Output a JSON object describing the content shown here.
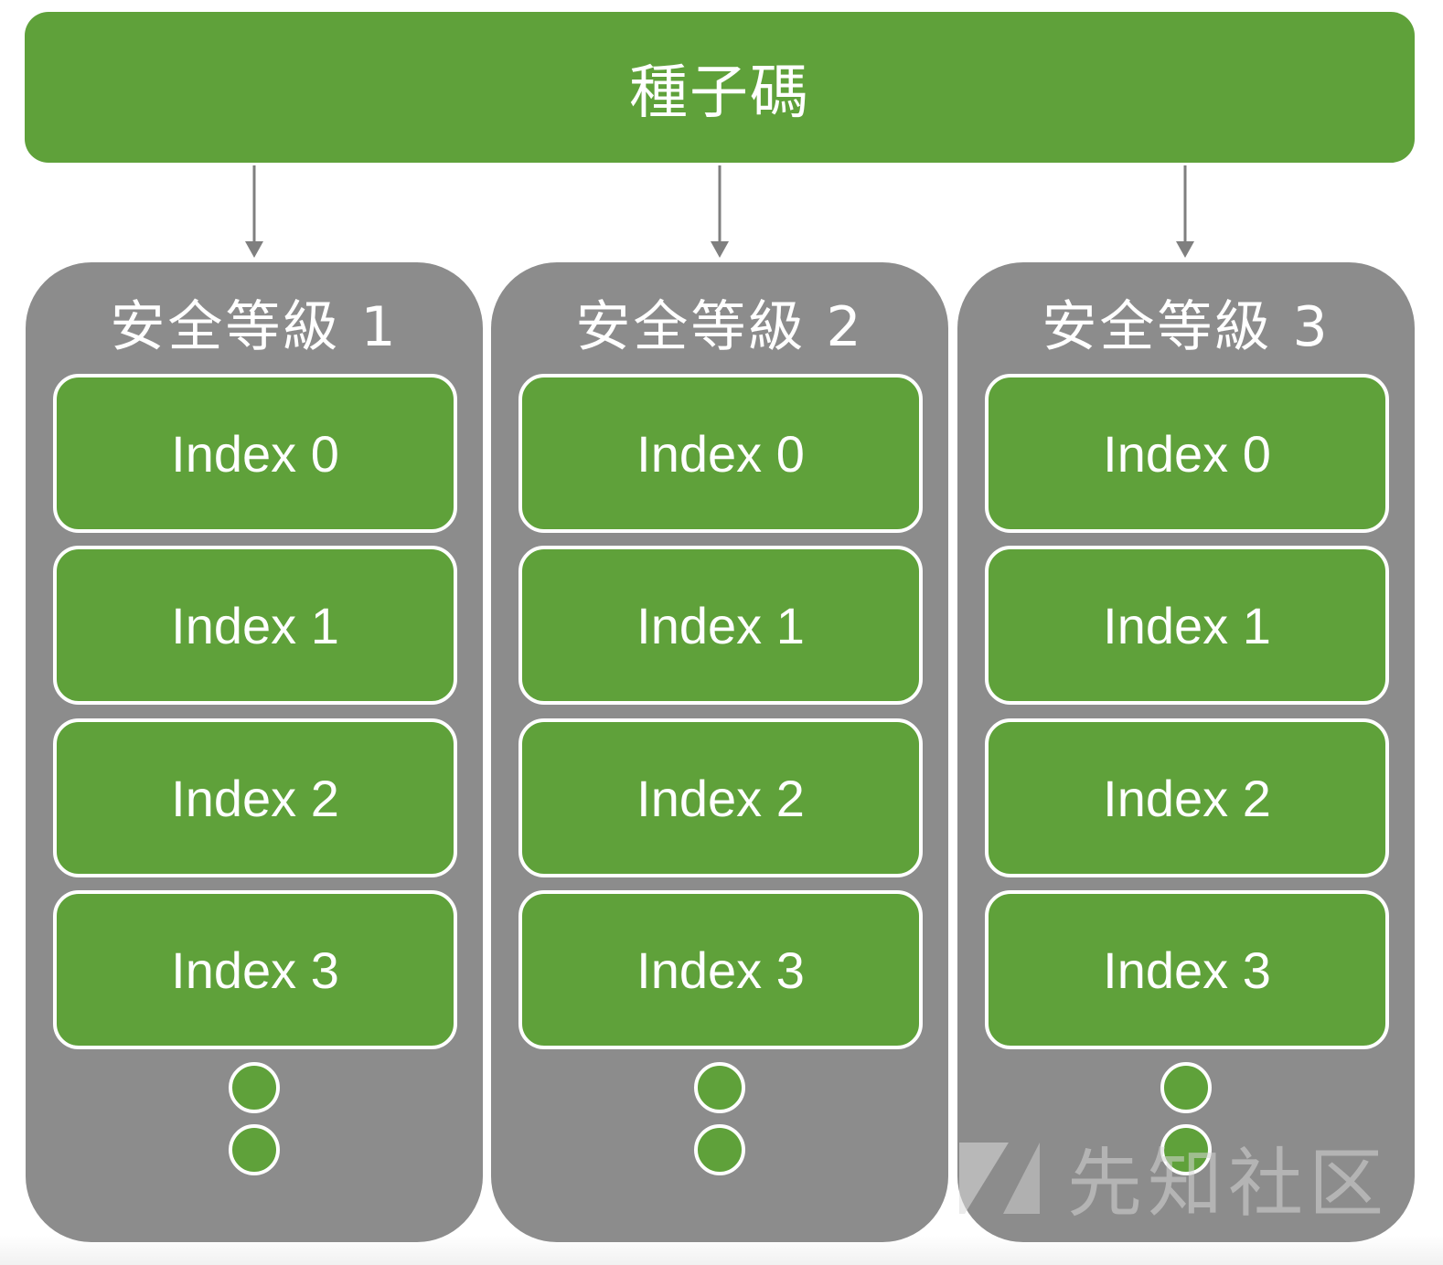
{
  "seed": {
    "label": "種子碼"
  },
  "levels": [
    {
      "title": "安全等級 1",
      "indexes": [
        "Index 0",
        "Index 1",
        "Index 2",
        "Index 3"
      ]
    },
    {
      "title": "安全等級 2",
      "indexes": [
        "Index 0",
        "Index 1",
        "Index 2",
        "Index 3"
      ]
    },
    {
      "title": "安全等級 3",
      "indexes": [
        "Index 0",
        "Index 1",
        "Index 2",
        "Index 3"
      ]
    }
  ],
  "watermark": {
    "text": "先知社区",
    "icon": "xianzhi-logo-icon"
  },
  "colors": {
    "green": "#5fa13a",
    "gray": "#8c8c8c",
    "arrow": "#7f7f7f",
    "white": "#ffffff"
  }
}
